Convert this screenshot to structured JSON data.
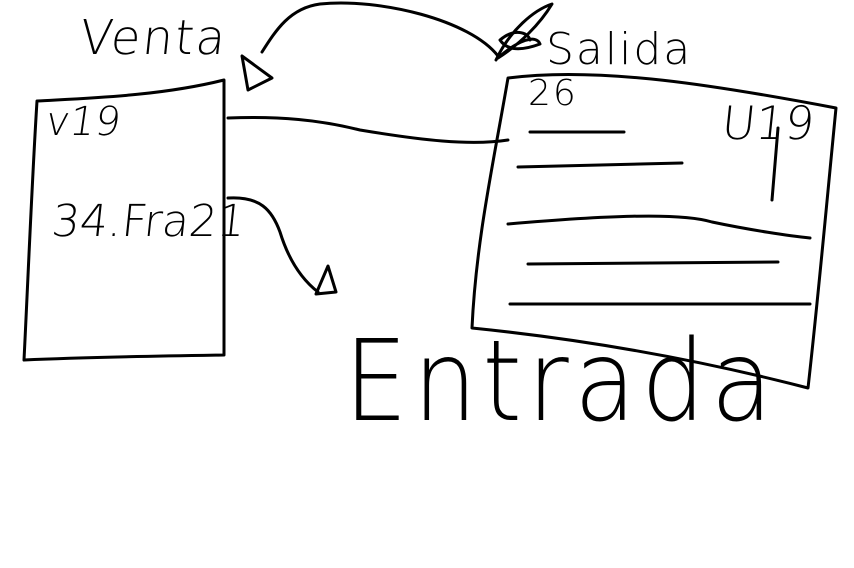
{
  "colors": {
    "ink": "#000000",
    "background": "#ffffff"
  },
  "labels": {
    "venta": "Venta",
    "salida": "Salida",
    "entrada": "Entrada"
  },
  "left_box": {
    "ref": "v19",
    "amount": "34.Fra21"
  },
  "right_box": {
    "ref": "U19",
    "number": "26"
  },
  "icons": {
    "scribble": "scribble-mark",
    "arrowheads": "arrowhead"
  }
}
